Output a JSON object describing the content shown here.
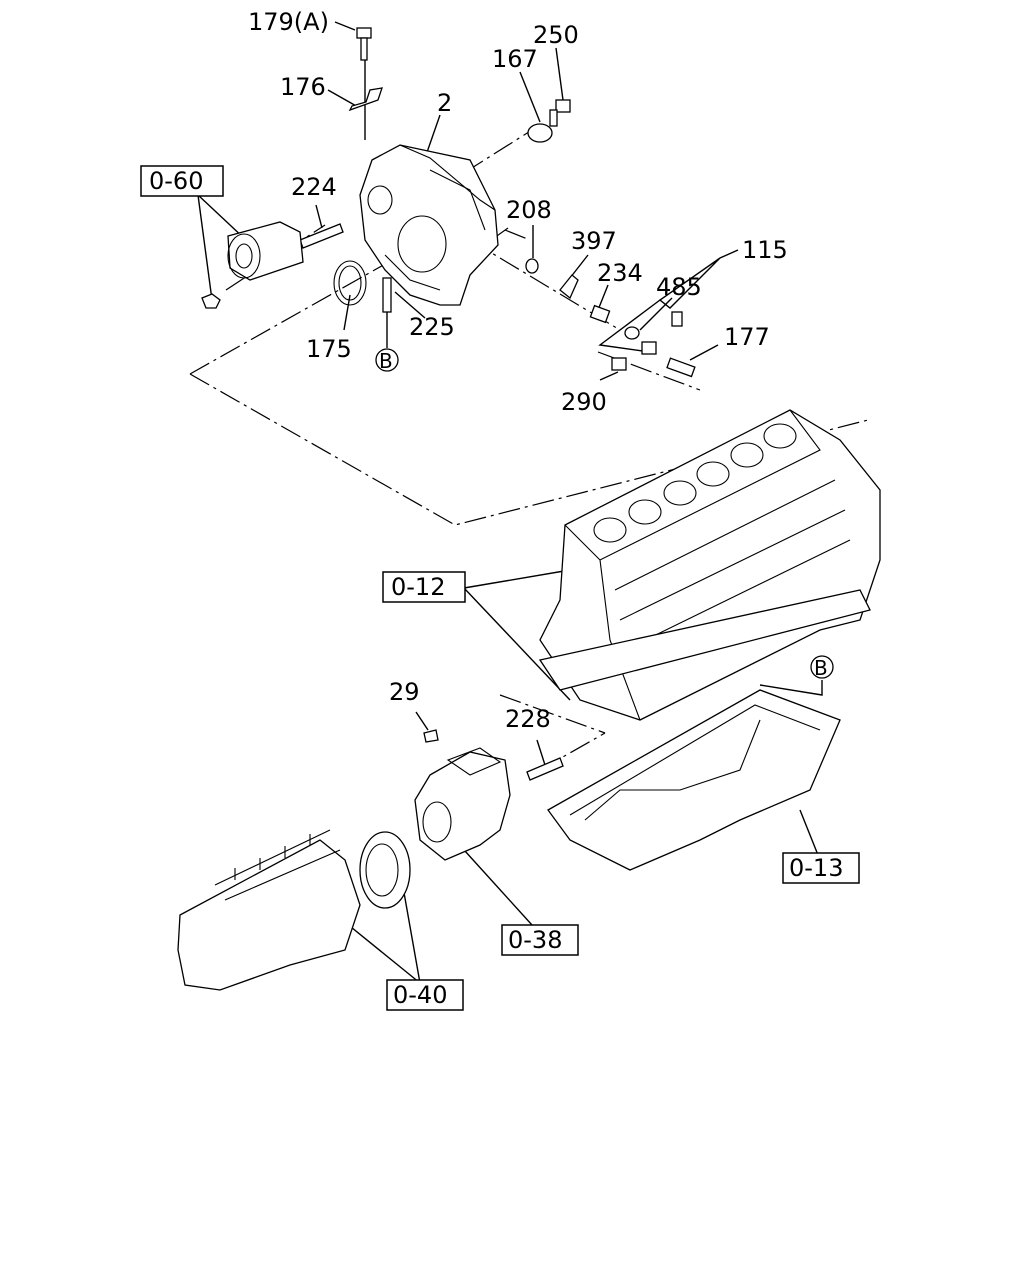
{
  "labels": {
    "p179a": "179(A)",
    "p176": "176",
    "p2": "2",
    "p250": "250",
    "p167": "167",
    "p224": "224",
    "p208": "208",
    "p397": "397",
    "p115": "115",
    "p234": "234",
    "p485": "485",
    "p175": "175",
    "p225": "225",
    "p177": "177",
    "p290": "290",
    "p29": "29",
    "p228": "228"
  },
  "refs": {
    "r060": "0-60",
    "r012": "0-12",
    "r013": "0-13",
    "r038": "0-38",
    "r040": "0-40"
  },
  "markers": {
    "b_top": "B",
    "b_pan": "B"
  }
}
